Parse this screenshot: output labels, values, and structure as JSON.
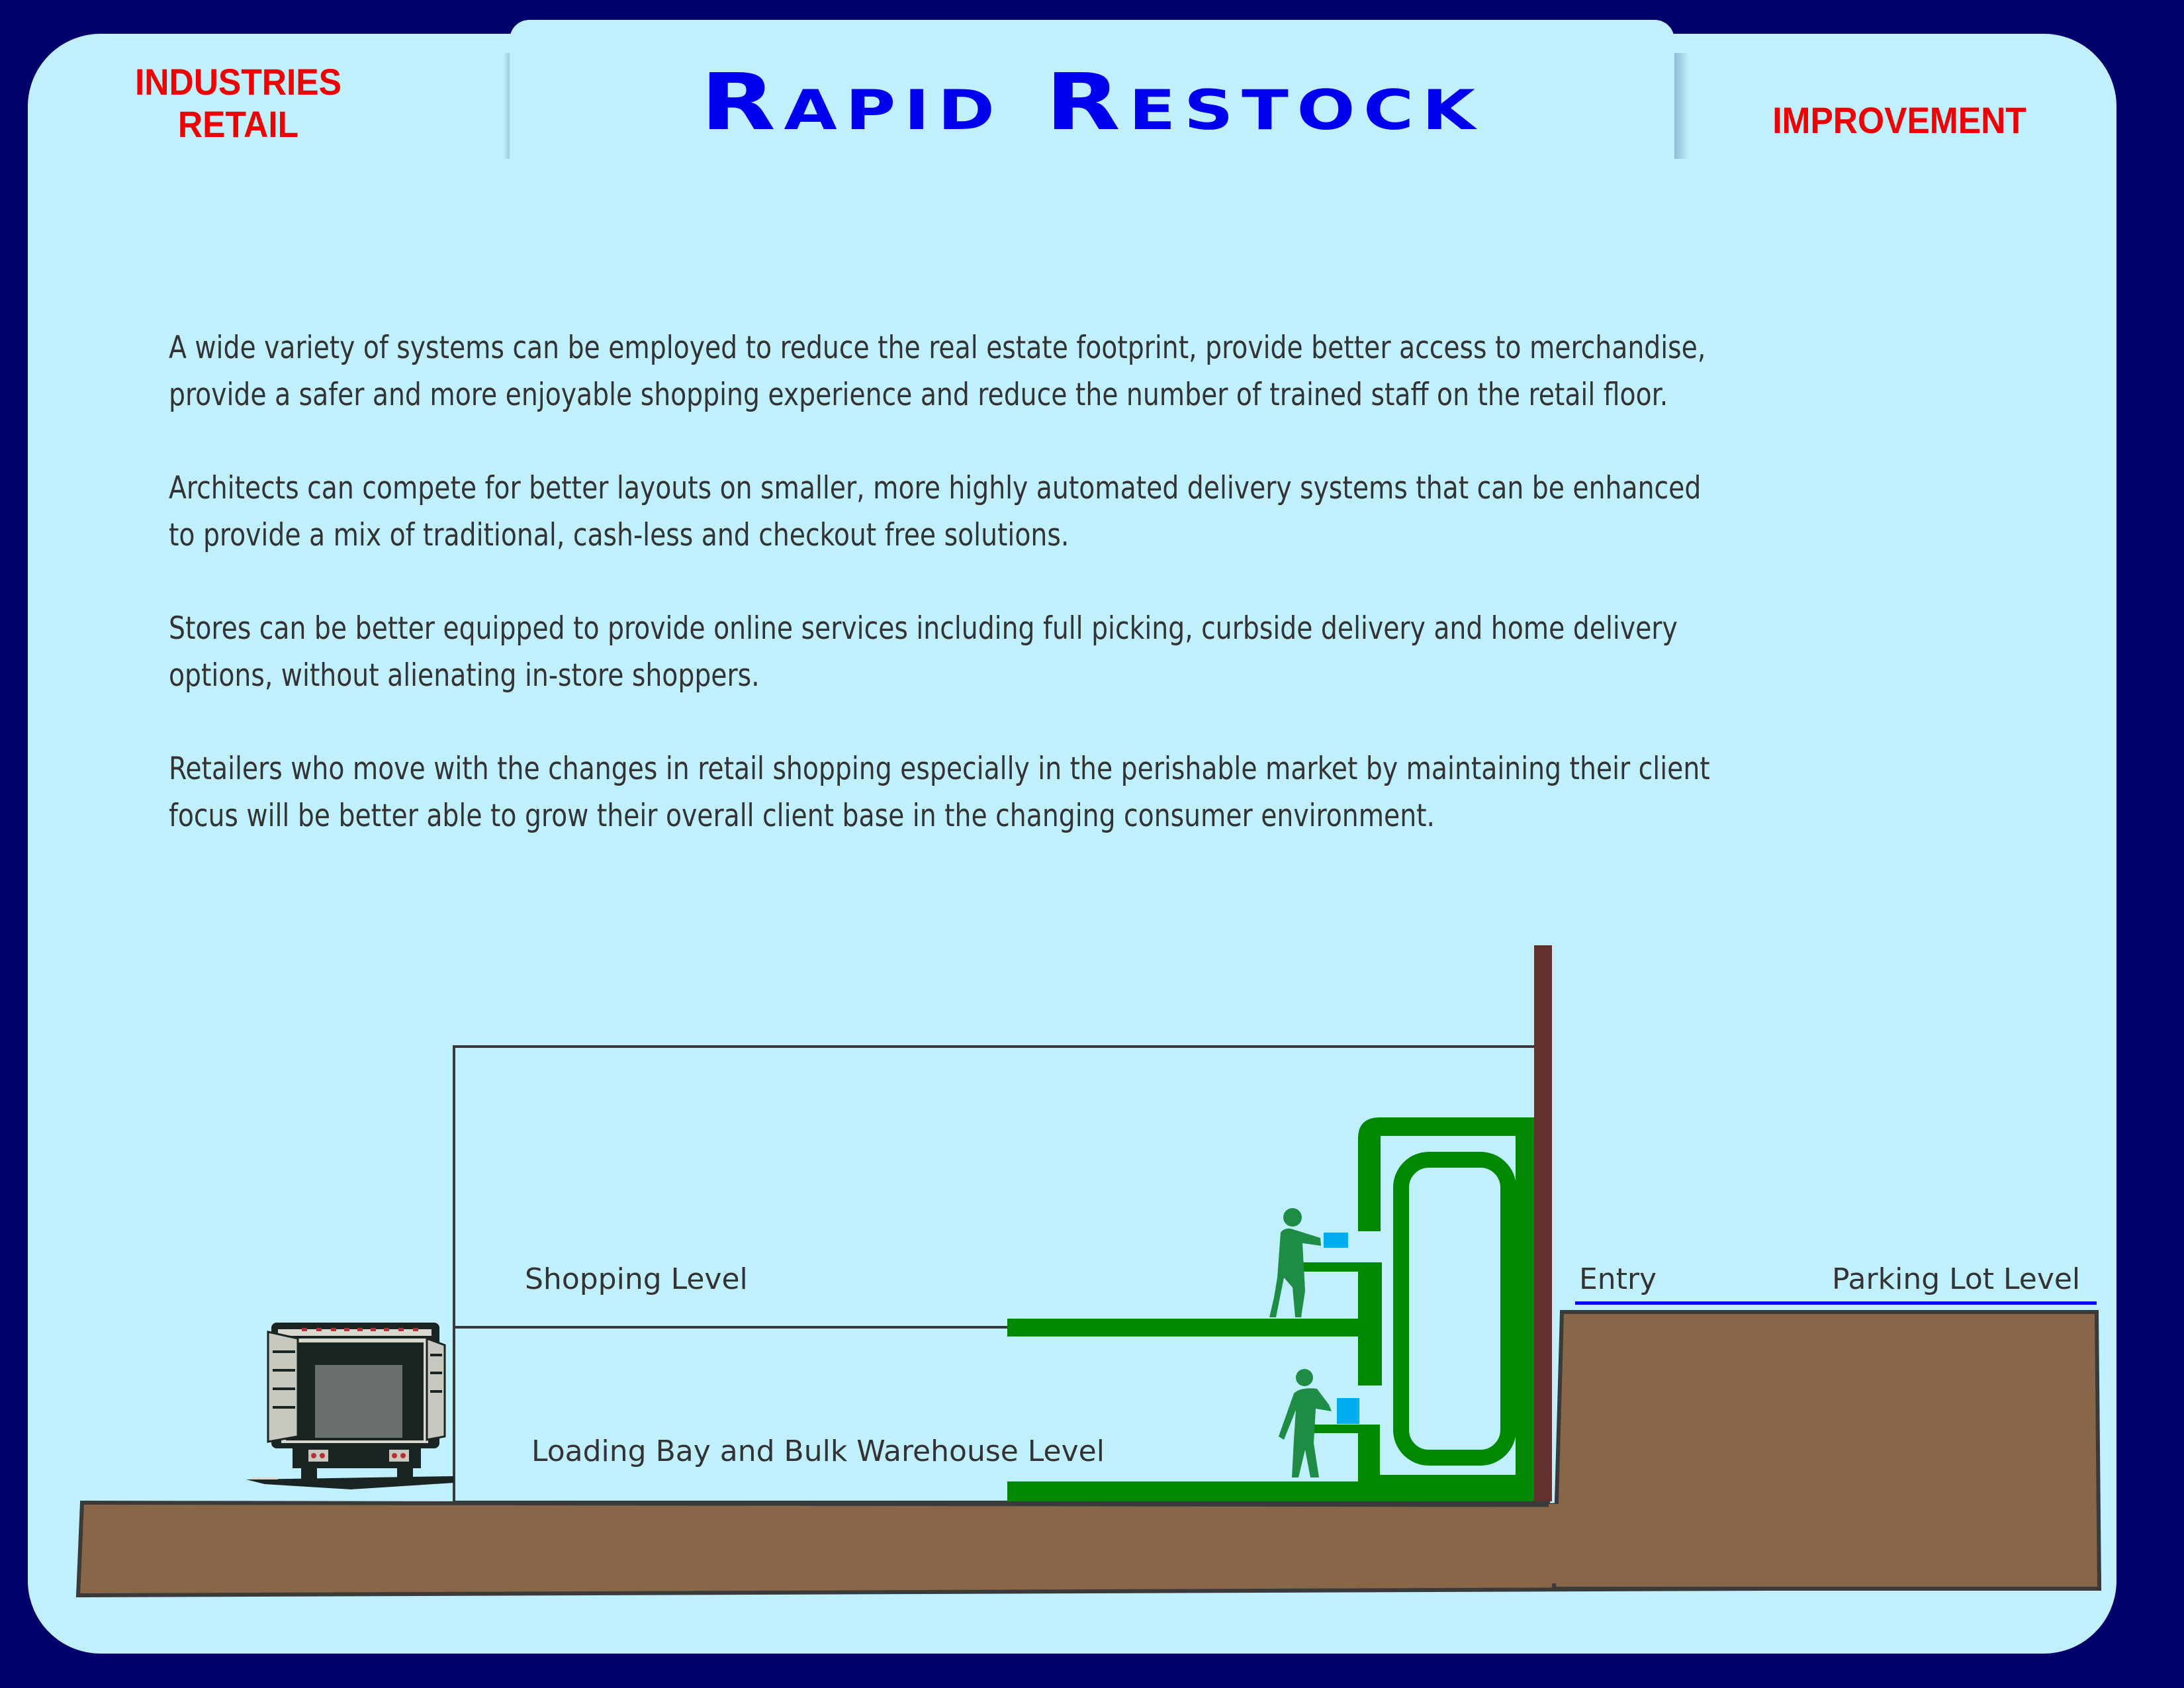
{
  "header": {
    "left_label_line1": "INDUSTRIES",
    "left_label_line2": "RETAIL",
    "title": "Rapid Restock",
    "right_label": "IMPROVEMENT"
  },
  "paragraphs": [
    {
      "line1": "A wide variety of systems can be employed to reduce the real estate footprint, provide better access to merchandise,",
      "line2": "provide a safer and more enjoyable shopping experience and reduce the number of trained staff on the retail floor."
    },
    {
      "line1": "Architects can compete for better layouts on smaller, more highly automated delivery systems that can be enhanced",
      "line2": "to provide a mix of traditional, cash-less and checkout free solutions."
    },
    {
      "line1": "Stores can be better equipped to provide online services including full picking, curbside delivery and home delivery",
      "line2": "options, without alienating in-store shoppers."
    },
    {
      "line1": "Retailers who move with the changes in retail shopping especially in the perishable market by maintaining their client",
      "line2": "focus will be better able to grow their overall client base in the changing consumer environment."
    }
  ],
  "diagram": {
    "labels": {
      "shopping_level": "Shopping Level",
      "loading_level": "Loading Bay and Bulk Warehouse Level",
      "entry": "Entry",
      "parking_level": "Parking Lot Level"
    },
    "icons": [
      "delivery-truck-icon",
      "worker-upper-icon",
      "worker-lower-icon",
      "package-box-icon"
    ],
    "colors": {
      "frame": "#00006A",
      "panel": "#C0F0FE",
      "title": "#0000EE",
      "accent_red": "#F00000",
      "conveyor_green": "#008800",
      "worker_green": "#1E8C44",
      "package_blue": "#00AEEF",
      "ground_brown": "#876748",
      "pillar_brown": "#633030",
      "parking_line_blue": "#0000EE"
    }
  }
}
